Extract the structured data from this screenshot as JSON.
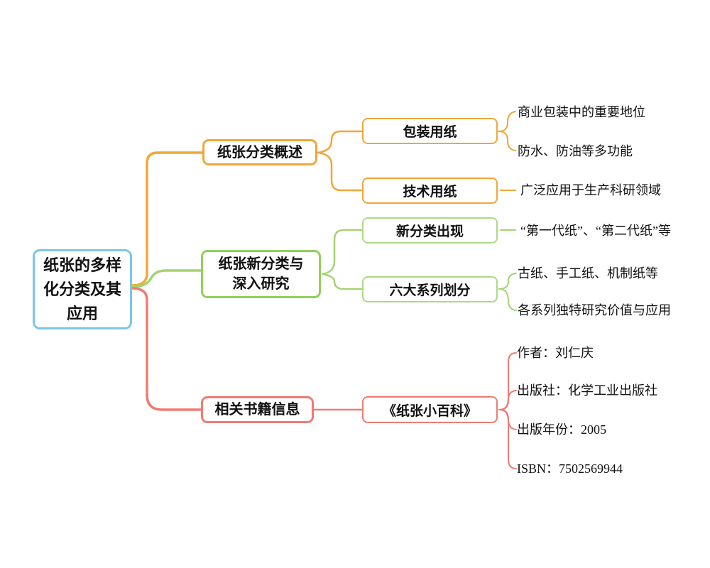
{
  "palette": {
    "root_blue": "#7CC5E8",
    "branch_orange": "#F0A738",
    "branch_green": "#94CF5A",
    "child_green_light": "#ACDA85",
    "branch_red": "#EF7B72",
    "text": "#111111",
    "background": "#FFFFFF"
  },
  "mindmap": {
    "root": {
      "label": "纸张的多样\n化分类及其\n应用"
    },
    "branches": [
      {
        "label": "纸张分类概述",
        "children": [
          {
            "label": "包装用纸",
            "leaves": [
              "商业包装中的重要地位",
              "防水、防油等多功能"
            ]
          },
          {
            "label": "技术用纸",
            "leaves": [
              "广泛应用于生产科研领域"
            ]
          }
        ]
      },
      {
        "label": "纸张新分类与\n深入研究",
        "children": [
          {
            "label": "新分类出现",
            "leaves": [
              "“第一代纸”、“第二代纸”等"
            ]
          },
          {
            "label": "六大系列划分",
            "leaves": [
              "古纸、手工纸、机制纸等",
              "各系列独特研究价值与应用"
            ]
          }
        ]
      },
      {
        "label": "相关书籍信息",
        "children": [
          {
            "label": "《纸张小百科》",
            "leaves": [
              "作者：刘仁庆",
              "出版社：化学工业出版社",
              "出版年份：2005",
              "ISBN：7502569944"
            ]
          }
        ]
      }
    ]
  }
}
